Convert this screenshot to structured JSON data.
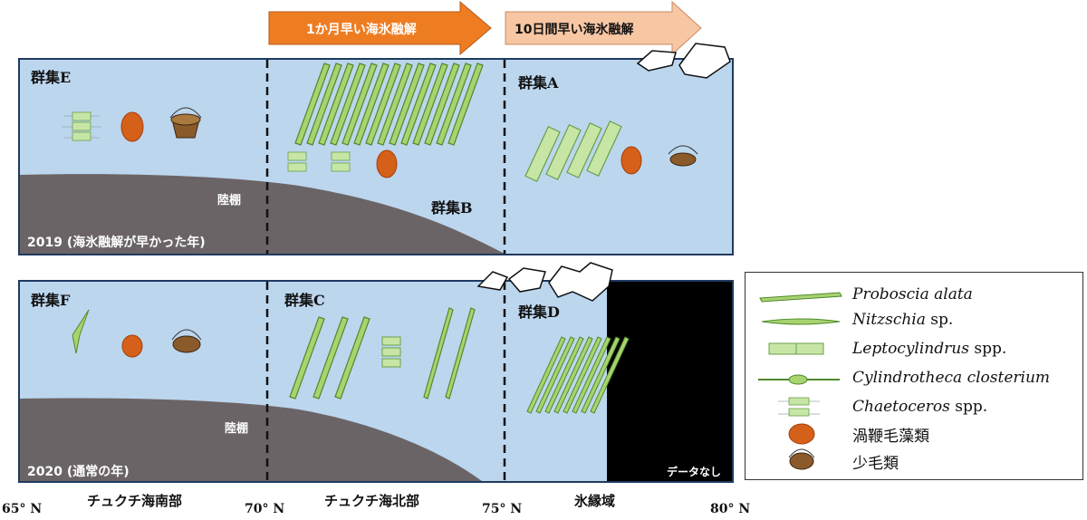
{
  "arrows": {
    "one_month": "1か月早い海氷融解",
    "ten_days": "10日間早い海氷融解",
    "one_month_color": "#ee7d22",
    "ten_days_color": "#f7c6a3"
  },
  "panel_2019": {
    "group_e": "群集E",
    "group_b": "群集B",
    "group_a": "群集A",
    "shelf": "陸棚",
    "year_label": "2019 (海氷融解が早かった年)"
  },
  "panel_2020": {
    "group_f": "群集F",
    "group_c": "群集C",
    "group_d": "群集D",
    "shelf": "陸棚",
    "year_label": "2020 (通常の年)",
    "no_data": "データなし"
  },
  "axis": {
    "lat_65": "65° N",
    "lat_70": "70° N",
    "lat_75": "75° N",
    "lat_80": "80° N",
    "region_south": "チュクチ海南部",
    "region_north": "チュクチ海北部",
    "region_ice": "氷縁域"
  },
  "legend": {
    "proboscia_genus": "Proboscia alata",
    "nitzschia_genus": "Nitzschia",
    "nitzschia_suffix": " sp.",
    "leptocylindrus_genus": "Leptocylindrus",
    "leptocylindrus_suffix": " spp.",
    "cylindrotheca_genus": "Cylindrotheca closterium",
    "chaetoceros_genus": "Chaetoceros",
    "chaetoceros_suffix": " spp.",
    "dinoflagellate": "渦鞭毛藻類",
    "ciliate": "少毛類"
  },
  "colors": {
    "water": "#bcd6ee",
    "shelf": "#6b6466",
    "diatom_fill": "#a8d36f",
    "diatom_stroke": "#4e8a2a",
    "dino": "#d4601a",
    "ciliate": "#8b5a2b"
  }
}
